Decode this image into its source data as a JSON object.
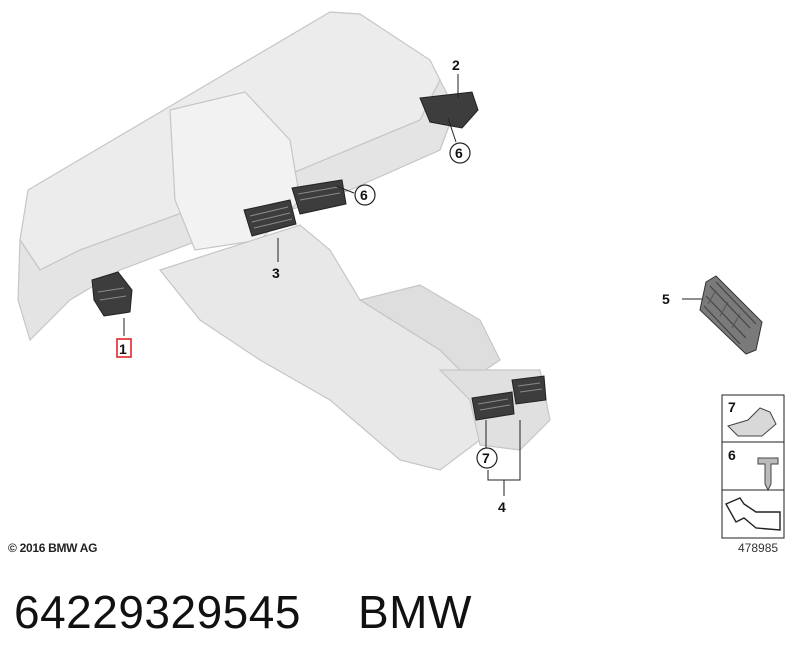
{
  "callouts": {
    "c1": "1",
    "c2": "2",
    "c3": "3",
    "c4": "4",
    "c5": "5",
    "c6a": "6",
    "c6b": "6",
    "c7": "7"
  },
  "legend": {
    "item7": "7",
    "item6": "6"
  },
  "footer": {
    "copyright": "© 2016 BMW AG",
    "diagram_id": "478985"
  },
  "caption": {
    "part_number": "64229329545",
    "brand": "BMW"
  },
  "colors": {
    "highlight": "#e3262b",
    "panel_fill": "#ebebeb",
    "panel_stroke": "#c9c9c9",
    "vent_fill": "#3d3d3d"
  }
}
